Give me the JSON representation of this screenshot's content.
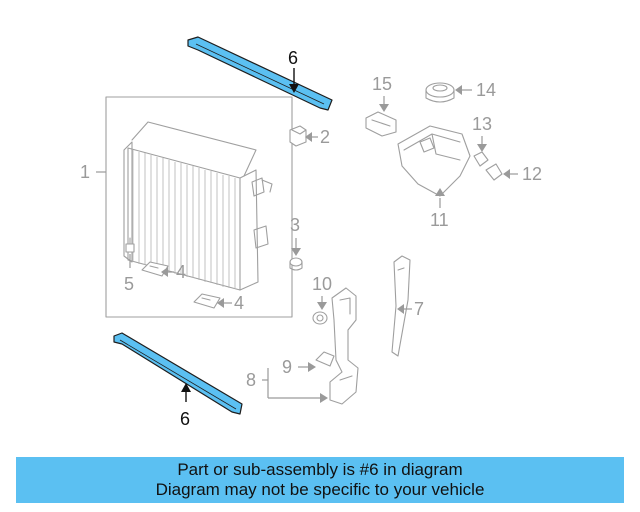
{
  "diagram": {
    "callouts": {
      "c1": "1",
      "c2": "2",
      "c3": "3",
      "c4a": "4",
      "c4b": "4",
      "c5": "5",
      "c6_top": "6",
      "c6_bottom": "6",
      "c7": "7",
      "c8": "8",
      "c9": "9",
      "c10": "10",
      "c11": "11",
      "c12": "12",
      "c13": "13",
      "c14": "14",
      "c15": "15"
    },
    "highlighted_part": "6",
    "highlight_color": "#5bc0f2",
    "line_color": "#9f9f9f"
  },
  "banner": {
    "line1": "Part or sub-assembly is #6 in diagram",
    "line2": "Diagram may not be specific to your vehicle",
    "background": "#5bc0f2"
  }
}
